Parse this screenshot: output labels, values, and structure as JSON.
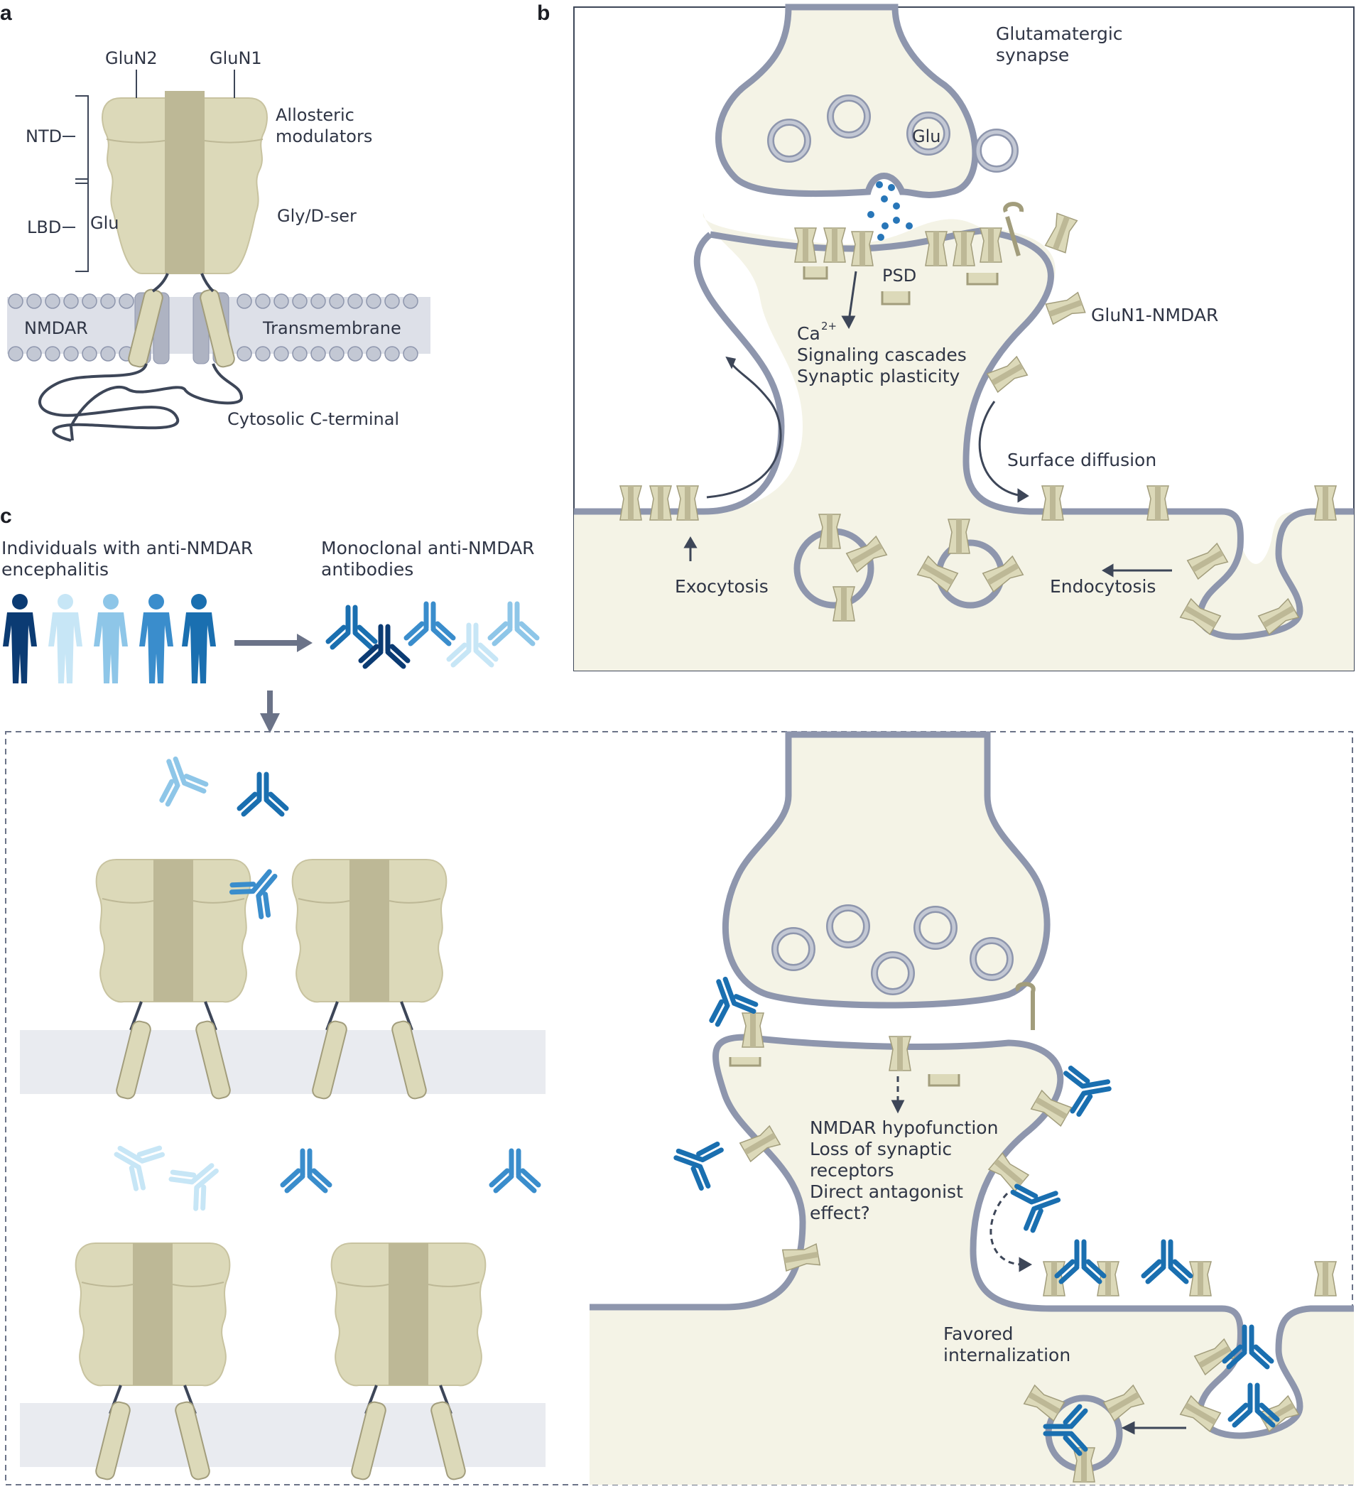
{
  "panels": {
    "a": {
      "letter": "a",
      "subunit_left": "GluN2",
      "subunit_right": "GluN1",
      "ntd": "NTD",
      "lbd": "LBD",
      "allosteric_1": "Allosteric",
      "allosteric_2": "modulators",
      "glu": "Glu",
      "gly_dser": "Gly/D-ser",
      "nmdar": "NMDAR",
      "transmembrane": "Transmembrane",
      "cterm": "Cytosolic C-terminal"
    },
    "b": {
      "letter": "b",
      "title_1": "Glutamatergic",
      "title_2": "synapse",
      "glu": "Glu",
      "psd": "PSD",
      "ca": "Ca",
      "ca_sup": "2+",
      "signaling": "Signaling cascades",
      "plasticity": "Synaptic plasticity",
      "glun1": "GluN1-NMDAR",
      "surface_diffusion": "Surface diffusion",
      "exocytosis": "Exocytosis",
      "endocytosis": "Endocytosis"
    },
    "c": {
      "letter": "c",
      "individuals_1": "Individuals with anti-NMDAR",
      "individuals_2": "encephalitis",
      "monoclonal_1": "Monoclonal anti-NMDAR",
      "monoclonal_2": "antibodies",
      "effect_1": "NMDAR hypofunction",
      "effect_2": "Loss of synaptic",
      "effect_3": "receptors",
      "effect_4": "Direct antagonist",
      "effect_5": "effect?",
      "favored_1": "Favored",
      "favored_2": "internalization"
    }
  },
  "colors": {
    "membrane": "#8e96ad",
    "head": "#c3c8d4",
    "cytoplasm": "#f4f3e6",
    "receptor": "#dcd9b9",
    "receptor_dark": "#bdb896",
    "outline": "#3d4658",
    "ab_dark": "#0b3b73",
    "ab_mid": "#1a6fb0",
    "ab_blue": "#3a8dcc",
    "ab_light": "#9fd1ee",
    "text": "#2f3545"
  }
}
